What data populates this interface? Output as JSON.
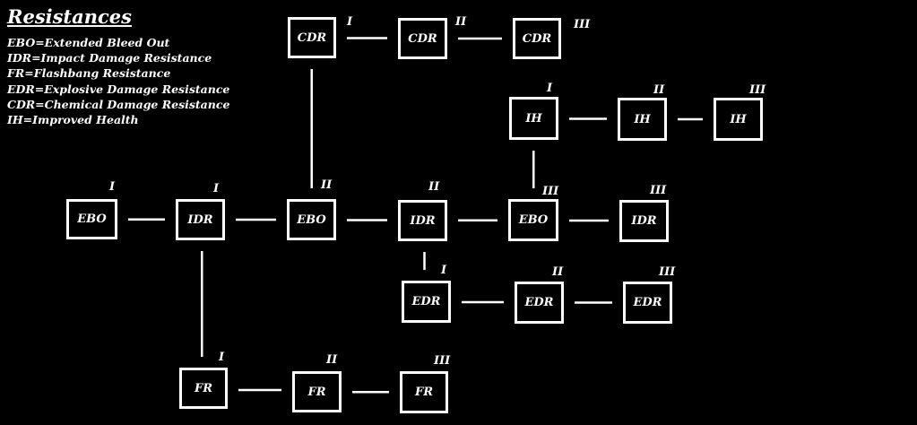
{
  "title": "Resistances",
  "legend": [
    "EBO=Extended Bleed Out",
    "IDR=Impact Damage Resistance",
    "FR=Flashbang Resistance",
    "EDR=Explosive Damage Resistance",
    "CDR=Chemical Damage Resistance",
    "IH=Improved Health"
  ],
  "nodes": [
    {
      "id": "ebo1",
      "label": "EBO",
      "tier": "I"
    },
    {
      "id": "idr1",
      "label": "IDR",
      "tier": "I"
    },
    {
      "id": "ebo2",
      "label": "EBO",
      "tier": "II"
    },
    {
      "id": "idr2",
      "label": "IDR",
      "tier": "II"
    },
    {
      "id": "ebo3",
      "label": "EBO",
      "tier": "III"
    },
    {
      "id": "idr3",
      "label": "IDR",
      "tier": "III"
    },
    {
      "id": "cdr1",
      "label": "CDR",
      "tier": "I"
    },
    {
      "id": "cdr2",
      "label": "CDR",
      "tier": "II"
    },
    {
      "id": "cdr3",
      "label": "CDR",
      "tier": "III"
    },
    {
      "id": "ih1",
      "label": "IH",
      "tier": "I"
    },
    {
      "id": "ih2",
      "label": "IH",
      "tier": "II"
    },
    {
      "id": "ih3",
      "label": "IH",
      "tier": "III"
    },
    {
      "id": "edr1",
      "label": "EDR",
      "tier": "I"
    },
    {
      "id": "edr2",
      "label": "EDR",
      "tier": "II"
    },
    {
      "id": "edr3",
      "label": "EDR",
      "tier": "III"
    },
    {
      "id": "fr1",
      "label": "FR",
      "tier": "I"
    },
    {
      "id": "fr2",
      "label": "FR",
      "tier": "II"
    },
    {
      "id": "fr3",
      "label": "FR",
      "tier": "III"
    }
  ],
  "edges": [
    [
      "ebo1",
      "idr1"
    ],
    [
      "idr1",
      "ebo2"
    ],
    [
      "ebo2",
      "idr2"
    ],
    [
      "idr2",
      "ebo3"
    ],
    [
      "ebo3",
      "idr3"
    ],
    [
      "cdr1",
      "cdr2"
    ],
    [
      "cdr2",
      "cdr3"
    ],
    [
      "cdr1",
      "ebo2"
    ],
    [
      "ih1",
      "ih2"
    ],
    [
      "ih2",
      "ih3"
    ],
    [
      "ih1",
      "ebo3"
    ],
    [
      "idr2",
      "edr1"
    ],
    [
      "edr1",
      "edr2"
    ],
    [
      "edr2",
      "edr3"
    ],
    [
      "idr1",
      "fr1"
    ],
    [
      "fr1",
      "fr2"
    ],
    [
      "fr2",
      "fr3"
    ]
  ]
}
